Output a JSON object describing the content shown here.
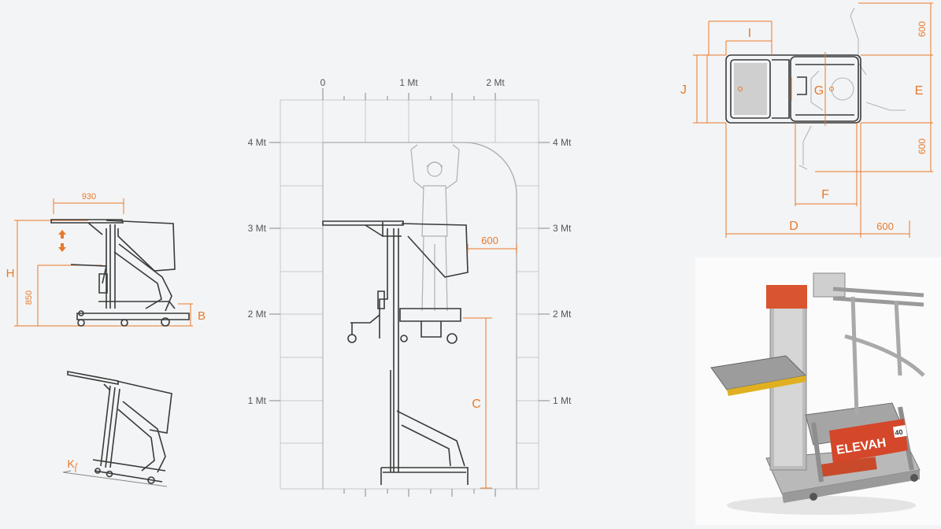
{
  "colors": {
    "accent": "#e87a2c",
    "line": "#3a3a3a",
    "grid": "#c7c7c7",
    "background": "#f3f4f5"
  },
  "side_view": {
    "width_dim": "930",
    "height_dim": "850",
    "label_h": "H",
    "label_b": "B"
  },
  "folded_view": {
    "label_k": "K"
  },
  "reach_diagram": {
    "x_ticks": [
      "0",
      "1 Mt",
      "2 Mt"
    ],
    "y_ticks_left": [
      "4 Mt",
      "3 Mt",
      "2 Mt",
      "1 Mt"
    ],
    "y_ticks_right": [
      "4 Mt",
      "3 Mt",
      "2 Mt",
      "1 Mt"
    ],
    "clearance": "600",
    "label_c": "C"
  },
  "top_view": {
    "label_i": "I",
    "label_j": "J",
    "label_g": "G",
    "label_e": "E",
    "label_f": "F",
    "label_d": "D",
    "dim_top": "600",
    "dim_right": "600",
    "dim_bottom": "600"
  },
  "photo": {
    "brand": "ELEVAH",
    "model": "40"
  }
}
